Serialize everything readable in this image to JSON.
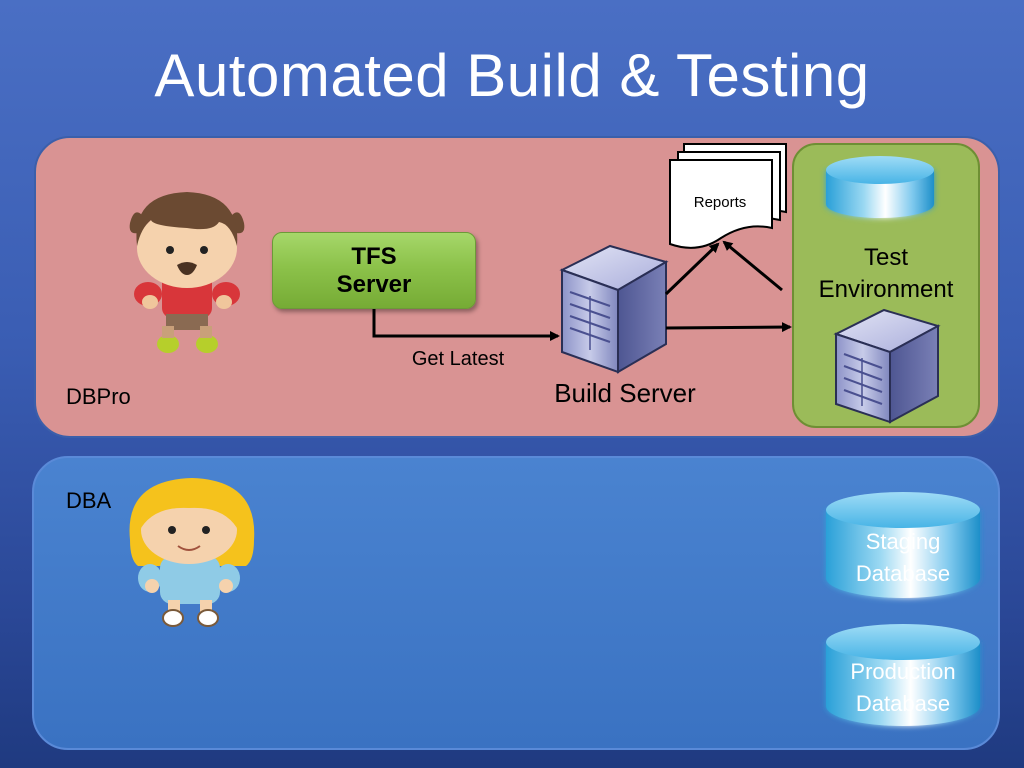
{
  "title": "Automated Build & Testing",
  "dbpro_panel": {
    "label": "DBPro"
  },
  "dba_panel": {
    "label": "DBA"
  },
  "tfs": {
    "label": "TFS\nServer"
  },
  "reports": {
    "label": "Reports"
  },
  "build_server": {
    "label": "Build Server"
  },
  "get_latest": {
    "label": "Get Latest"
  },
  "test_env": {
    "label": "Test\nEnvironment"
  },
  "staging_db": {
    "label": "Staging\nDatabase"
  },
  "production_db": {
    "label": "Production\nDatabase"
  },
  "colors": {
    "background": "#3a5db3",
    "dbpro_panel": "#d99393",
    "dba_panel": "#3a72c2",
    "test_env_box": "#9bbb59",
    "tfs_box": "#8cc24a"
  },
  "icons": [
    "developer-avatar",
    "dba-avatar",
    "server-icon",
    "database-icon",
    "reports-stack-icon"
  ]
}
